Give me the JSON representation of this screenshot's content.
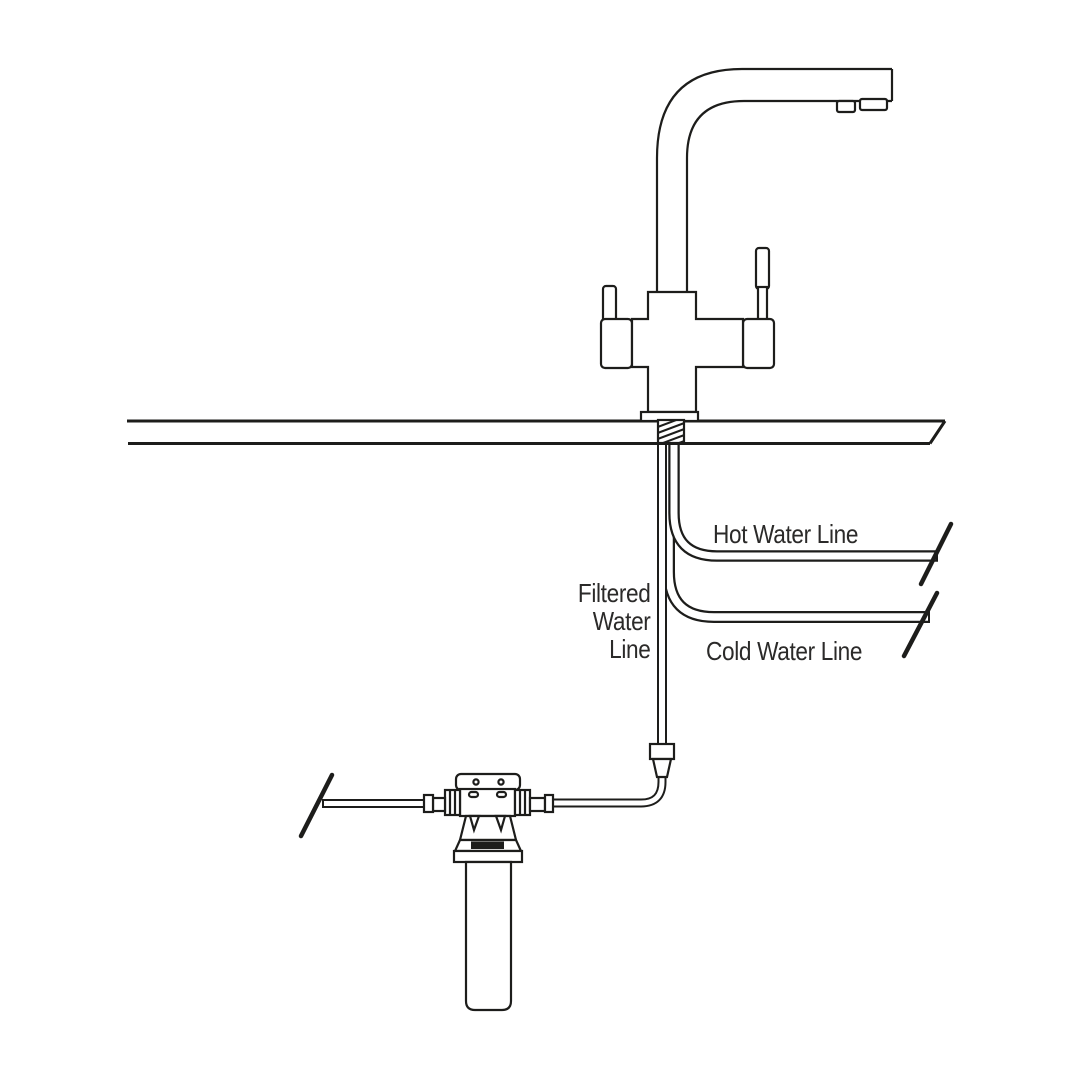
{
  "diagram": {
    "type": "faucet-filter-installation-diagram",
    "labels": {
      "hot_water_line": "Hot Water Line",
      "cold_water_line": "Cold Water Line",
      "filtered_water_line": "Filtered\nWater\nLine"
    },
    "colors": {
      "background": "#ffffff",
      "line": "#1d1d1b",
      "text": "#2b2a29"
    },
    "components": [
      "three-way-faucet",
      "faucet-spout",
      "left-handle",
      "right-handle",
      "countertop",
      "mounting-thread",
      "hot-water-tube",
      "cold-water-tube",
      "filtered-water-tube",
      "inline-connector",
      "supply-tube",
      "pipe-break-marks",
      "filter-head-with-bracket",
      "filter-cartridge"
    ]
  }
}
